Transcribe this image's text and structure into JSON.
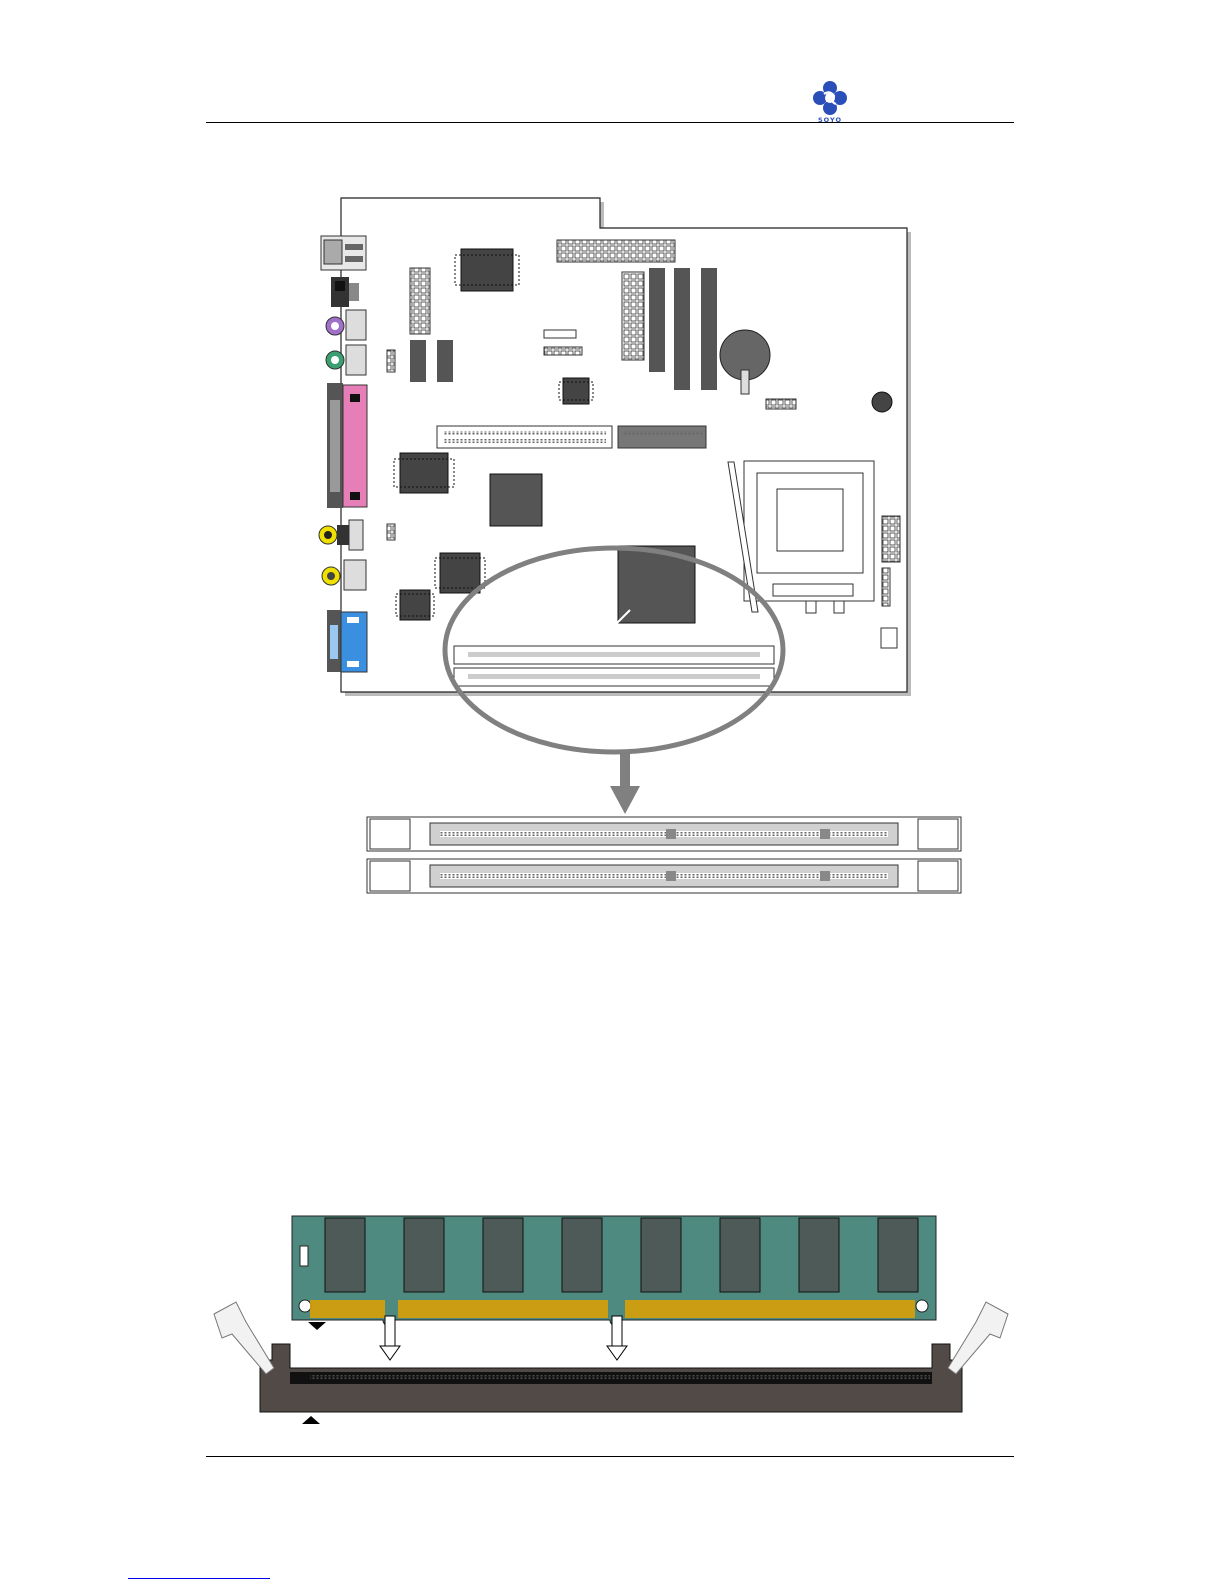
{
  "header": {
    "logo": {
      "icon": "soyo-logo-icon",
      "text": "SOYO",
      "color": "#2a4fb8"
    }
  },
  "figures": {
    "motherboard": {
      "description_icon": "motherboard-layout-icon",
      "highlight_color": "#808080"
    },
    "dimm_slots_closeup": {
      "slot_count": 2
    },
    "dimm_install": {
      "module_color": "#4e8a80",
      "chip_count": 8,
      "contact_color": "#e0a000",
      "slot_color": "#524a46"
    }
  },
  "colors": {
    "parallel_port": "#e67fb8",
    "vga_port": "#3a8fe0",
    "audio_jack": "#f0e000",
    "ps2_mouse": "#a070c8",
    "ps2_keyboard": "#3aa070"
  }
}
